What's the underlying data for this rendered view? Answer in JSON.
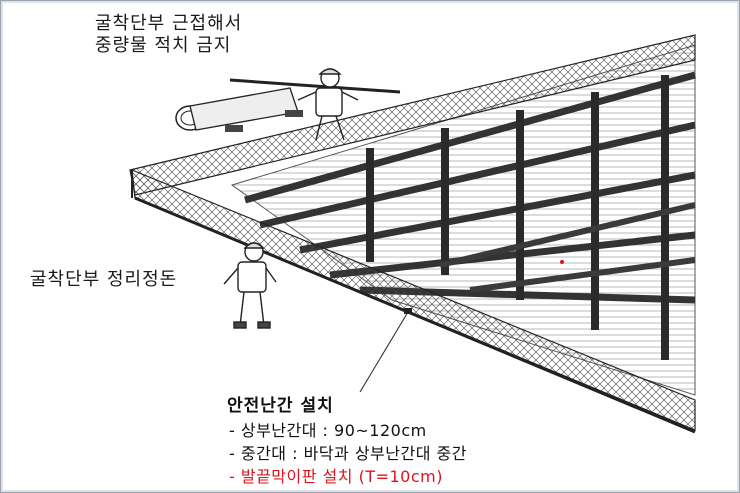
{
  "notes": {
    "top_line1": "굴착단부 근접해서",
    "top_line2": "중량물 적치 금지",
    "left": "굴착단부 정리정돈"
  },
  "legend": {
    "title": "안전난간 설치",
    "items": [
      {
        "text": "- 상부난간대 : 90~120cm",
        "color": "#111111"
      },
      {
        "text": "- 중간대 : 바닥과 상부난간대 중간",
        "color": "#111111"
      },
      {
        "text": "- 발끝막이판 설치 (T=10cm)",
        "color": "#e0141c"
      }
    ]
  },
  "colors": {
    "ink": "#1a1a1a",
    "highlight": "#e0141c",
    "frame": "#9aa3ad"
  }
}
